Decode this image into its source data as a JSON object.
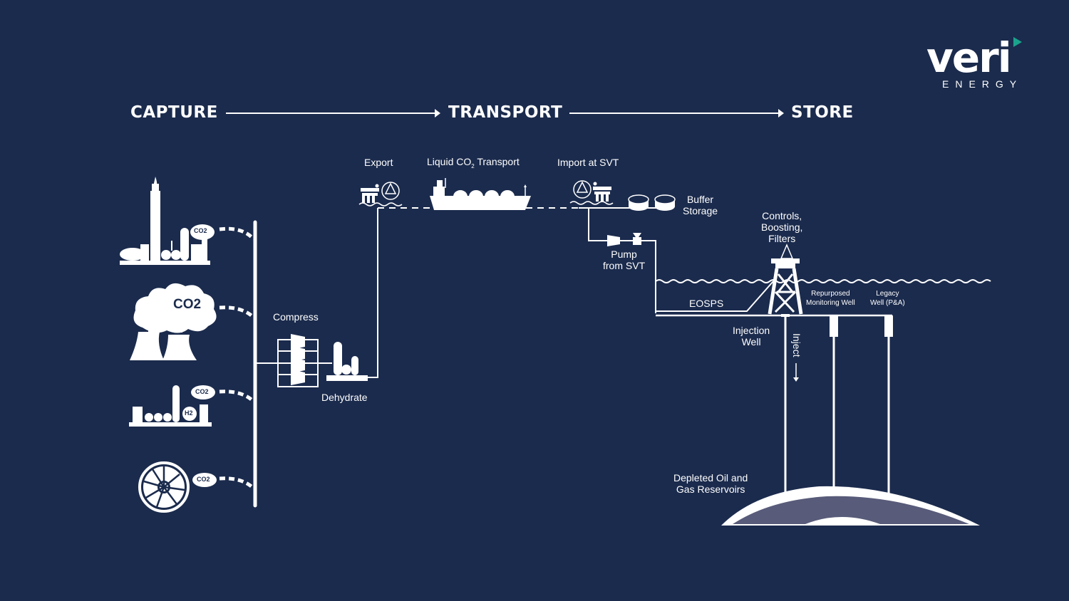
{
  "brand": {
    "name": "veri",
    "sub": "ENERGY",
    "accent_color": "#1aa38c"
  },
  "colors": {
    "background": "#1b2b4d",
    "foreground": "#ffffff",
    "reservoir_fill": "#585b79"
  },
  "stages": [
    {
      "label": "CAPTURE"
    },
    {
      "label": "TRANSPORT"
    },
    {
      "label": "STORE"
    }
  ],
  "capture": {
    "sources": [
      {
        "icon": "refinery-icon",
        "badge": "CO2"
      },
      {
        "icon": "power-plant-cooling-towers-icon",
        "badge": "CO2"
      },
      {
        "icon": "hydrogen-plant-icon",
        "badge": "CO2",
        "secondary_badge": "H2"
      },
      {
        "icon": "turbine-fan-icon",
        "badge": "CO2"
      }
    ],
    "compress_label": "Compress",
    "dehydrate_label": "Dehydrate"
  },
  "transport": {
    "export_label": "Export",
    "ship_label_prefix": "Liquid CO",
    "ship_label_sub": "2",
    "ship_label_suffix": " Transport",
    "import_label": "Import at SVT",
    "buffer_label_1": "Buffer",
    "buffer_label_2": "Storage",
    "pump_label_1": "Pump",
    "pump_label_2": "from SVT"
  },
  "store": {
    "controls_label_1": "Controls,",
    "controls_label_2": "Boosting,",
    "controls_label_3": "Filters",
    "eosps_label": "EOSPS",
    "repurposed_label_1": "Repurposed",
    "repurposed_label_2": "Monitoring Well",
    "legacy_label_1": "Legacy",
    "legacy_label_2": "Well (P&A)",
    "injection_label_1": "Injection",
    "injection_label_2": "Well",
    "inject_label": "Inject",
    "reservoir_label_1": "Depleted Oil and",
    "reservoir_label_2": "Gas Reservoirs"
  }
}
